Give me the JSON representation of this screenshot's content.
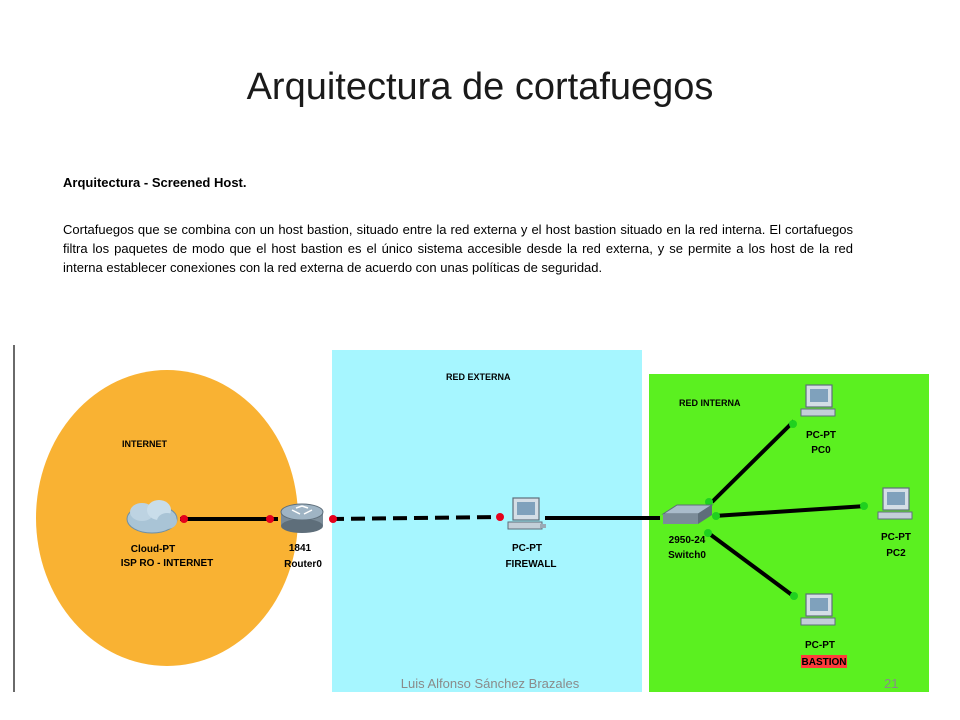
{
  "slide": {
    "title": "Arquitectura de cortafuegos",
    "subtitle": "Arquitectura - Screened Host.",
    "paragraph": "Cortafuegos que se combina con un host bastion, situado entre la red externa y el host bastion situado en la red interna. El cortafuegos filtra los paquetes de modo que el host bastion es el único sistema accesible desde la red externa, y se permite a los host de la red interna establecer conexiones con la red externa de acuerdo con unas políticas de seguridad.",
    "footer_author": "Luis Alfonso Sánchez Brazales",
    "page_number": "21"
  },
  "diagram": {
    "zones": {
      "internet": "INTERNET",
      "red_externa": "RED EXTERNA",
      "red_interna": "RED INTERNA"
    },
    "nodes": {
      "cloud": {
        "type": "Cloud-PT",
        "name": "ISP RO - INTERNET"
      },
      "router": {
        "type": "1841",
        "name": "Router0"
      },
      "firewall": {
        "type": "PC-PT",
        "name": "FIREWALL"
      },
      "switch": {
        "type": "2950-24",
        "name": "Switch0"
      },
      "pc0": {
        "type": "PC-PT",
        "name": "PC0"
      },
      "pc2": {
        "type": "PC-PT",
        "name": "PC2"
      },
      "bastion": {
        "type": "PC-PT",
        "name": "BASTION"
      }
    },
    "colors": {
      "internet_zone": "#F9B233",
      "red_externa_zone": "#A6F6FF",
      "red_interna_zone": "#5BF020",
      "bastion_label_bg": "#FF3B3B",
      "link_end_red": "#E4001B",
      "link_end_green": "#1FD11F"
    }
  }
}
